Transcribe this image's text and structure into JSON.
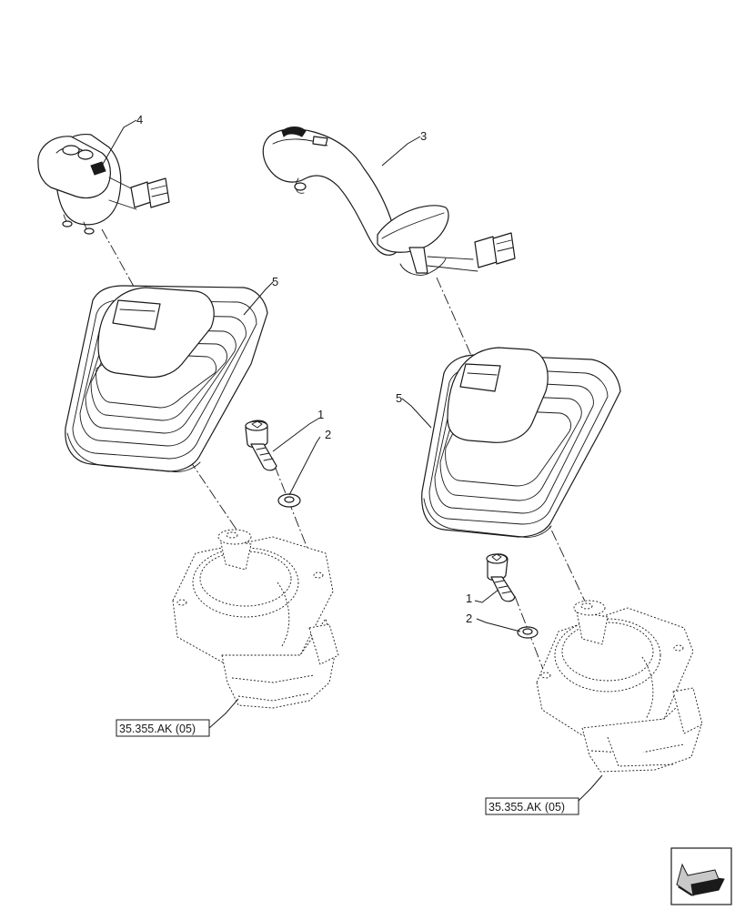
{
  "callouts": {
    "left_top_item": "4",
    "right_top_item": "3",
    "left_boot": "5",
    "right_boot": "5",
    "left_screw": "1",
    "left_washer": "2",
    "right_screw": "1",
    "right_washer": "2"
  },
  "references": {
    "left": "35.355.AK (05)",
    "right": "35.355.AK (05)"
  },
  "icons": {
    "orientation": "direction-arrow-icon"
  }
}
